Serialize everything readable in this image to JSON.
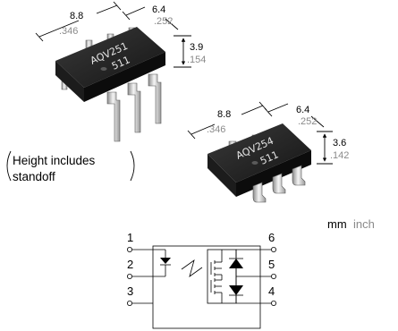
{
  "dip_package": {
    "marking_line1": "AQV251",
    "marking_line2": "511",
    "length_mm": "8.8",
    "length_in": ".346",
    "width_mm": "6.4",
    "width_in": ".252",
    "height_mm": "3.9",
    "height_in": ".154"
  },
  "smd_package": {
    "marking_line1": "AQV254",
    "marking_line2": "511",
    "length_mm": "8.8",
    "length_in": ".346",
    "width_mm": "6.4",
    "width_in": ".252",
    "height_mm": "3.6",
    "height_in": ".142"
  },
  "note": {
    "line1": "Height includes",
    "line2": "standoff"
  },
  "units": {
    "mm": "mm",
    "inch": "inch"
  },
  "schematic": {
    "pins": {
      "p1": "1",
      "p2": "2",
      "p3": "3",
      "p4": "4",
      "p5": "5",
      "p6": "6"
    }
  }
}
